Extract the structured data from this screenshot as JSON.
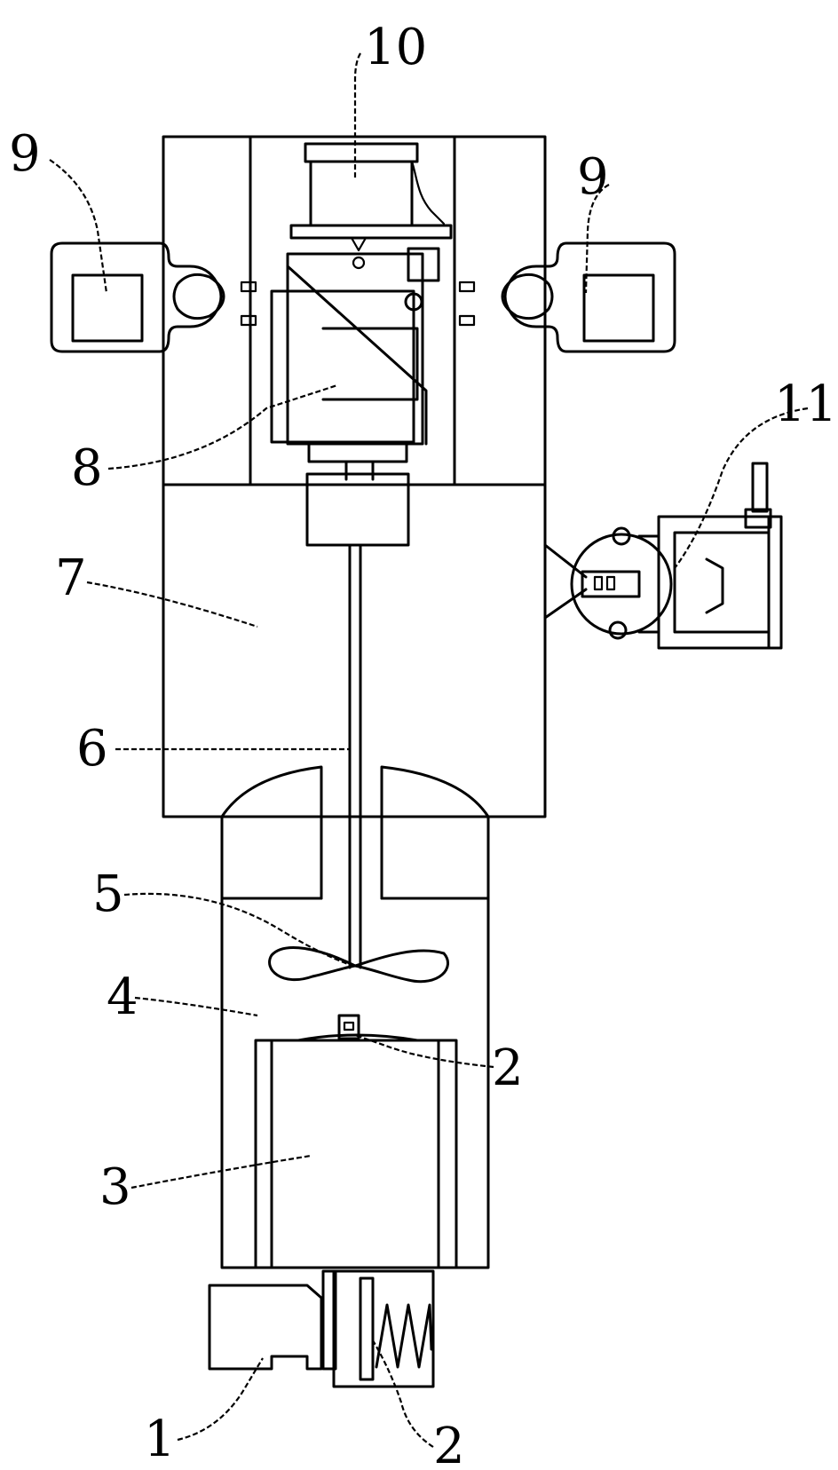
{
  "labels": {
    "l1": "1",
    "l2_top": "2",
    "l2_bottom": "2",
    "l3": "3",
    "l4": "4",
    "l5": "5",
    "l6": "6",
    "l7": "7",
    "l8": "8",
    "l9_left": "9",
    "l9_right": "9",
    "l10": "10",
    "l11": "11"
  }
}
